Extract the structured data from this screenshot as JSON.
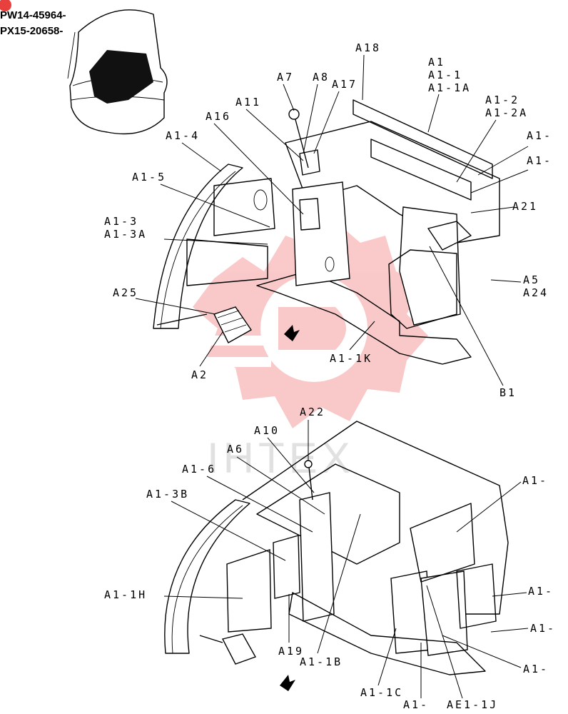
{
  "reference_codes": [
    "PW14-45964-",
    "PX15-20658-"
  ],
  "watermark": "IHTEX",
  "callouts_top": [
    "A18",
    "A1",
    "A1-1",
    "A1-1A",
    "A7",
    "A8",
    "A17",
    "A11",
    "A1-2",
    "A1-2A",
    "A16",
    "A1-4",
    "A1-",
    "A1-",
    "A1-5",
    "A21",
    "A1-3",
    "A1-3A",
    "A5",
    "A24",
    "A25",
    "A2",
    "A1-1K",
    "B1"
  ],
  "callouts_bottom": [
    "A22",
    "A10",
    "A6",
    "A1-6",
    "A1-",
    "A1-3B",
    "A1-1H",
    "A1-",
    "A1-",
    "A19",
    "A1-1B",
    "A1-",
    "A1-1C",
    "A1-",
    "AE1-1J"
  ],
  "colors": {
    "line": "#000000",
    "watermark_red": "#e8403c",
    "watermark_grey": "#c9c9c9"
  }
}
